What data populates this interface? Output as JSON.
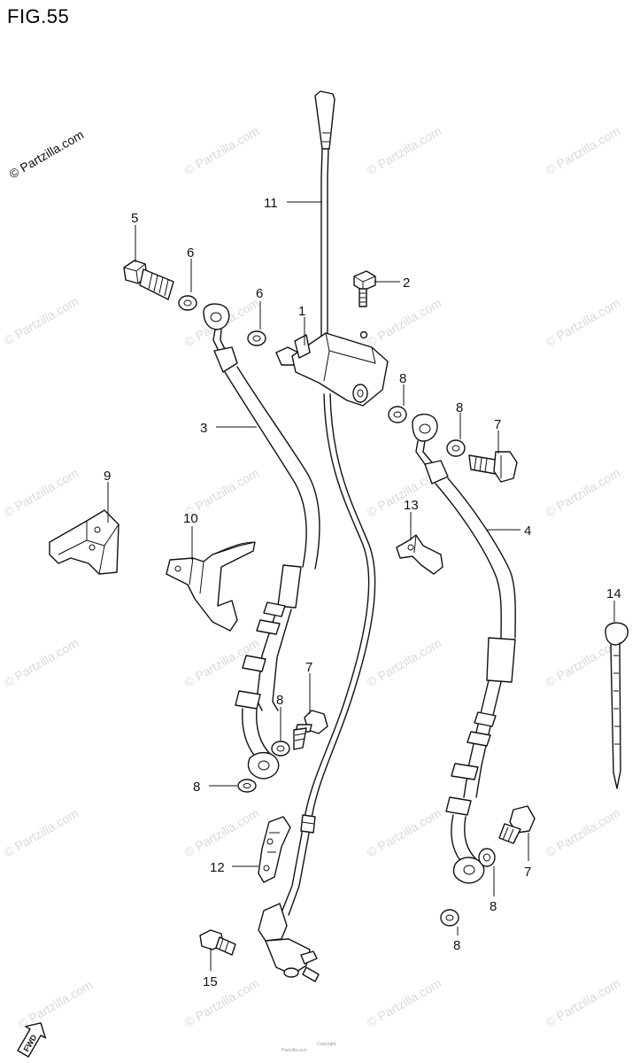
{
  "figure": {
    "title": "FIG.55"
  },
  "watermark": {
    "main": "© Partzilla.com",
    "tile": "© Partzilla.com"
  },
  "footer": {
    "line1": "Copyright",
    "line2": "Partzilla.com"
  },
  "fwd_label": "FWD",
  "callouts": [
    "1",
    "2",
    "3",
    "4",
    "5",
    "6",
    "6",
    "7",
    "7",
    "7",
    "8",
    "8",
    "8",
    "8",
    "8",
    "8",
    "9",
    "10",
    "11",
    "12",
    "13",
    "14",
    "15"
  ],
  "colors": {
    "line": "#111111",
    "watermark": "#d9d9d9",
    "background": "#ffffff"
  }
}
